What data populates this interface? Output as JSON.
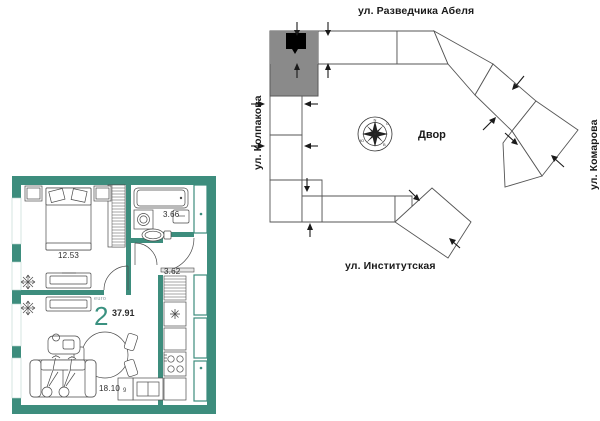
{
  "site_plan": {
    "streets": [
      {
        "name": "street-top",
        "label": "ул. Разведчика Абеля"
      },
      {
        "name": "street-left",
        "label": "ул. Колпакова"
      },
      {
        "name": "street-right",
        "label": "ул. Комарова"
      },
      {
        "name": "street-bottom",
        "label": "ул. Институтская"
      }
    ],
    "yard_label": "Двор",
    "compass": "compass-rose",
    "highlight_color": "#8a8a8a",
    "marker_color": "#000000",
    "outline_color": "#555555"
  },
  "floor_plan": {
    "wall_color": "#3d8d7d",
    "accent_color": "#3a9180",
    "rooms": [
      {
        "name": "bedroom",
        "area": "12.53"
      },
      {
        "name": "bathroom",
        "area": "3.66"
      },
      {
        "name": "hallway",
        "area": "3.62"
      },
      {
        "name": "living-kitchen",
        "area": "18.10"
      }
    ],
    "summary": {
      "tag": "euro",
      "rooms_count": "2",
      "total_area": "37.91"
    }
  }
}
